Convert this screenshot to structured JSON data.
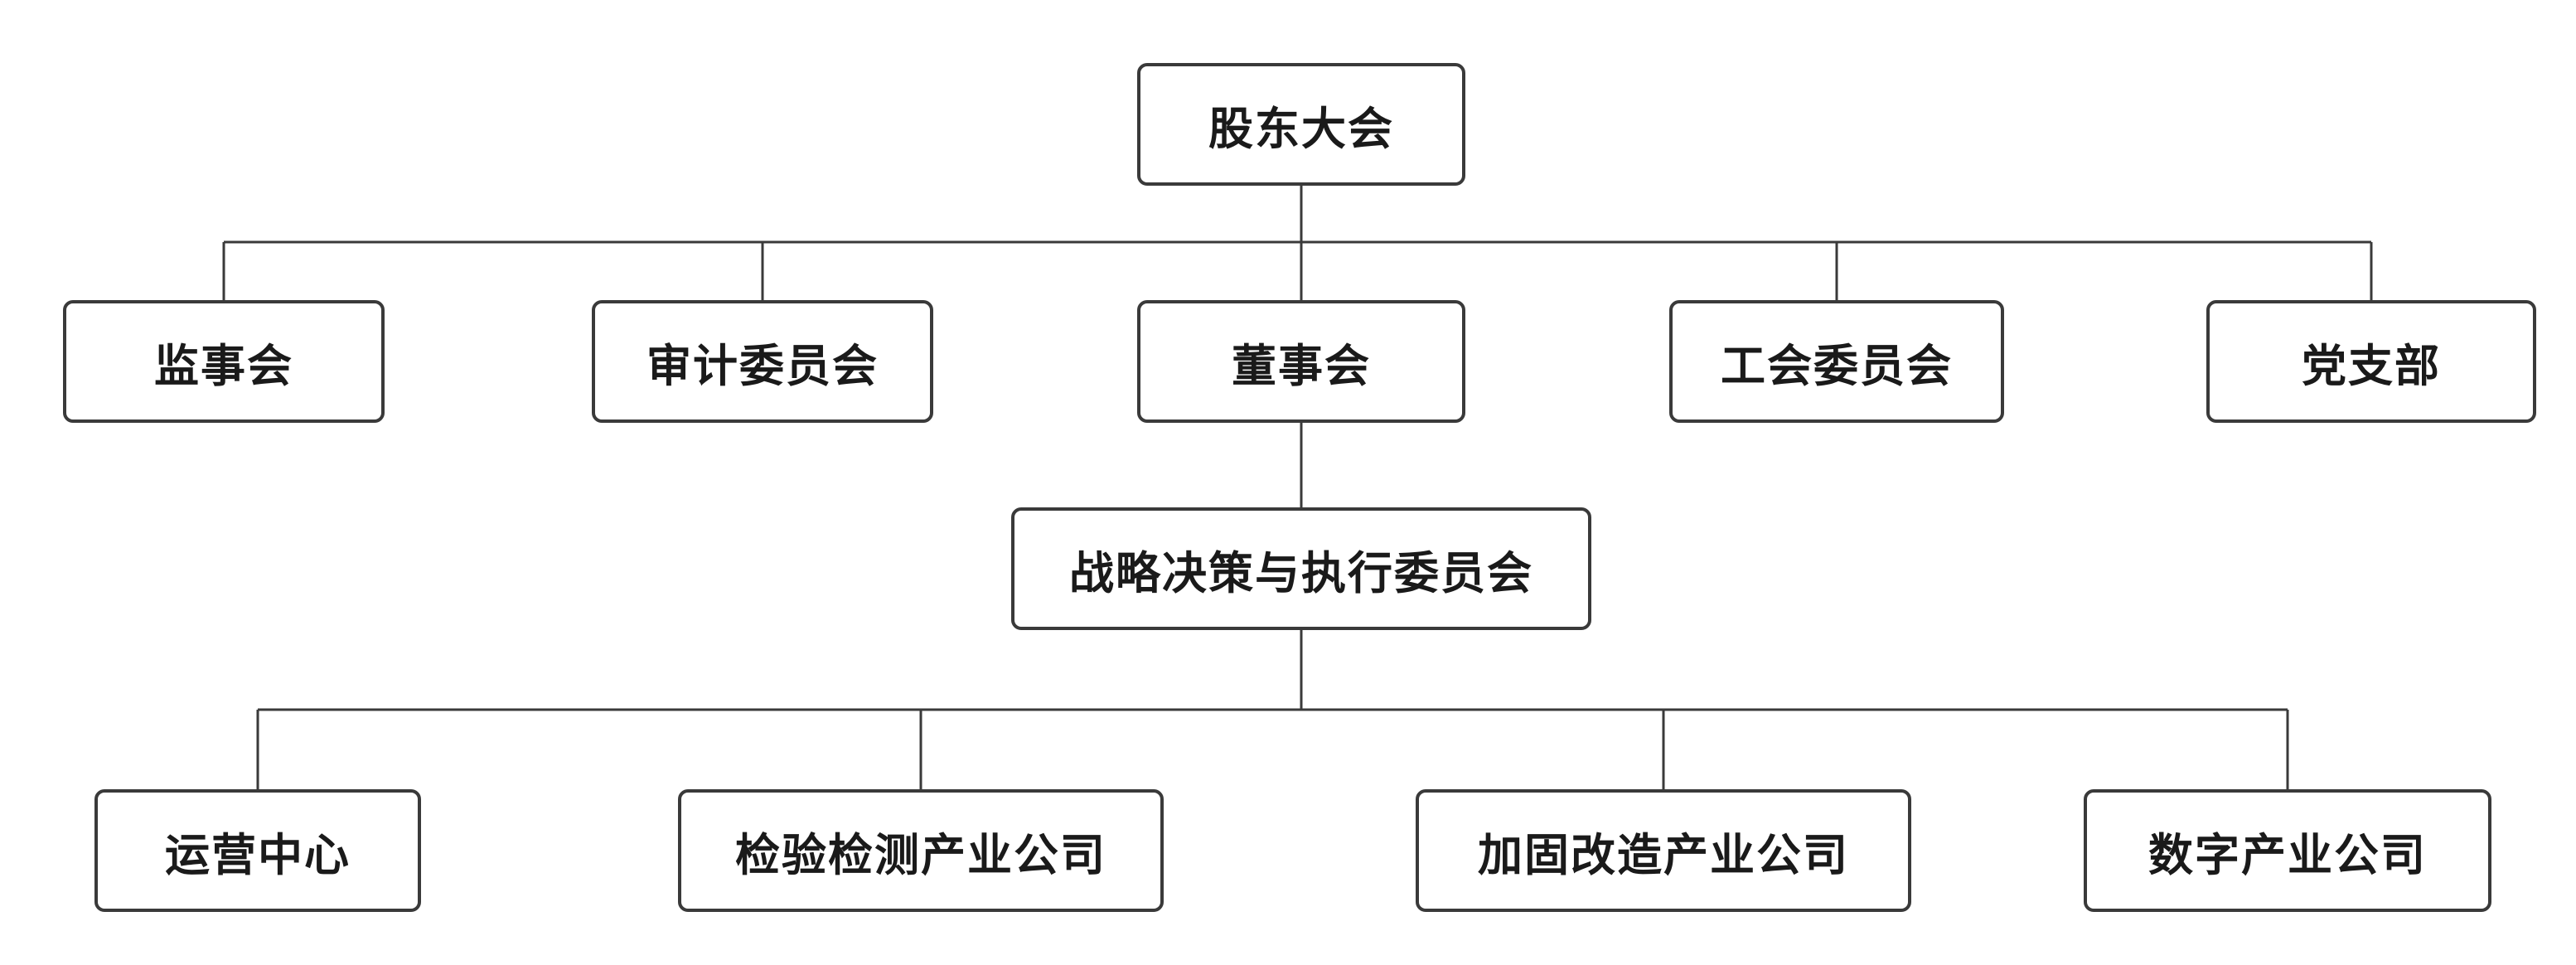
{
  "diagram": {
    "type": "org-chart",
    "nodes": {
      "shareholders_meeting": {
        "label": "股东大会"
      },
      "supervisory_board": {
        "label": "监事会"
      },
      "audit_committee": {
        "label": "审计委员会"
      },
      "board_of_directors": {
        "label": "董事会"
      },
      "union_committee": {
        "label": "工会委员会"
      },
      "party_branch": {
        "label": "党支部"
      },
      "strategy_committee": {
        "label": "战略决策与执行委员会"
      },
      "operations_center": {
        "label": "运营中心"
      },
      "inspection_testing_company": {
        "label": "检验检测产业公司"
      },
      "reinforcement_renovation_company": {
        "label": "加固改造产业公司"
      },
      "digital_industry_company": {
        "label": "数字产业公司"
      }
    },
    "edges": [
      {
        "from": "shareholders_meeting",
        "to": "supervisory_board"
      },
      {
        "from": "shareholders_meeting",
        "to": "audit_committee"
      },
      {
        "from": "shareholders_meeting",
        "to": "board_of_directors"
      },
      {
        "from": "shareholders_meeting",
        "to": "union_committee"
      },
      {
        "from": "shareholders_meeting",
        "to": "party_branch"
      },
      {
        "from": "board_of_directors",
        "to": "strategy_committee"
      },
      {
        "from": "strategy_committee",
        "to": "operations_center"
      },
      {
        "from": "strategy_committee",
        "to": "inspection_testing_company"
      },
      {
        "from": "strategy_committee",
        "to": "reinforcement_renovation_company"
      },
      {
        "from": "strategy_committee",
        "to": "digital_industry_company"
      }
    ],
    "colors": {
      "node_border": "#3a3a3a",
      "node_fill": "#ffffff",
      "text": "#1a1a1a",
      "connector_line": "#3a3a3a",
      "background": "#ffffff"
    }
  }
}
